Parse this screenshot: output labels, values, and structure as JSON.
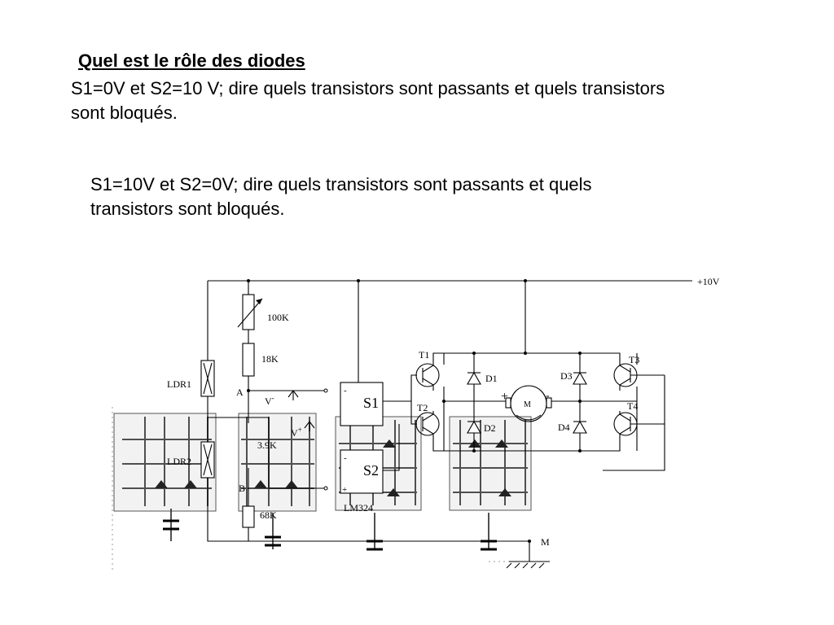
{
  "slide": {
    "heading": "Quel est le rôle des diodes",
    "question_1": "S1=0V et S2=10 V; dire quels transistors sont passants et quels transistors sont bloqués.",
    "question_2": "S1=10V et S2=0V; dire quels transistors sont passants et quels transistors sont bloqués."
  },
  "schematic": {
    "supply": "+10V",
    "ground": "M",
    "node_a": "A",
    "node_b": "B",
    "v_minus": "V",
    "v_plus": "V",
    "minus_sign": "-",
    "plus_sign": "+",
    "r_pot": "100K",
    "r1": "18K",
    "r2": "3.9K",
    "r3": "68K",
    "ldr1": "LDR1",
    "ldr2": "LDR2",
    "comp1": "S1",
    "comp2": "S2",
    "opamp": "LM324",
    "t1": "T1",
    "t2": "T2",
    "t3": "T3",
    "t4": "T4",
    "d1": "D1",
    "d2": "D2",
    "d3": "D3",
    "d4": "D4",
    "motor": "M"
  }
}
